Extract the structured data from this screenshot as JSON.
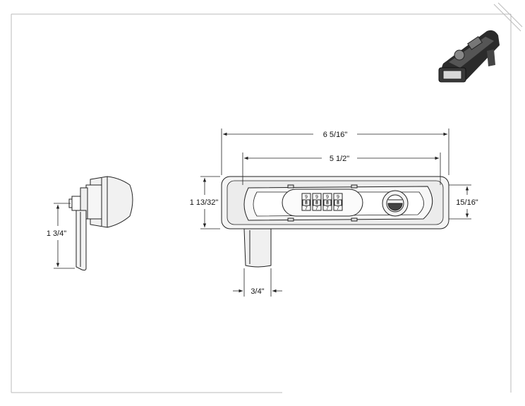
{
  "dimensions": {
    "overall_length": "6 5/16\"",
    "handle_length": "5 1/2\"",
    "overall_height": "1 13/32\"",
    "right_height": "15/16\"",
    "side_depth": "1 3/4\"",
    "lever_width": "3/4\""
  },
  "dials": [
    [
      "9",
      "8",
      "7"
    ],
    [
      "9",
      "8",
      "7"
    ],
    [
      "9",
      "8",
      "7"
    ],
    [
      "9",
      "8",
      "7"
    ]
  ],
  "colors": {
    "line": "#222222",
    "body_shade": "#f1f1f1",
    "inner_shade": "#e6e6e6",
    "iso_dark": "#2b2b2b"
  }
}
